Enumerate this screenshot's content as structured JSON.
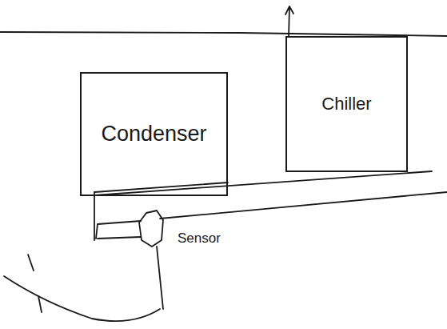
{
  "diagram": {
    "nodes": [
      {
        "text": [
          "Condenser"
        ]
      },
      {
        "text": [
          "Chiller"
        ]
      }
    ],
    "labels": [
      "Sensor"
    ]
  }
}
